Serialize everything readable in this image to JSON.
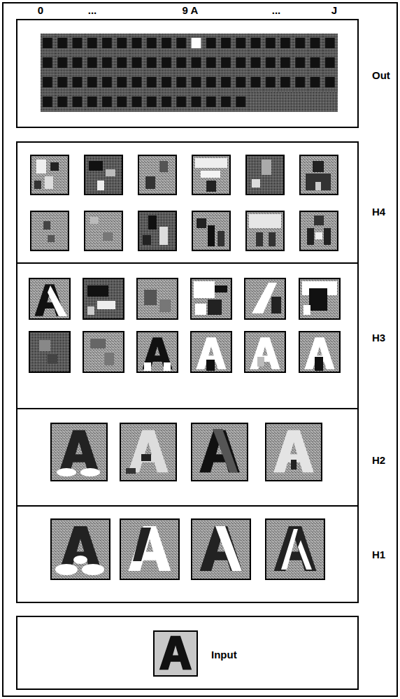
{
  "diagram": {
    "nodes": [
      {
        "text": [
          "Out"
        ]
      },
      {
        "text": [
          "H4"
        ]
      },
      {
        "text": [
          "H3"
        ]
      },
      {
        "text": [
          "H2"
        ]
      },
      {
        "text": [
          "H1"
        ]
      },
      {
        "text": [
          "Input"
        ]
      }
    ],
    "labels": [
      "0",
      "...",
      "9 A",
      "...",
      "J"
    ]
  }
}
